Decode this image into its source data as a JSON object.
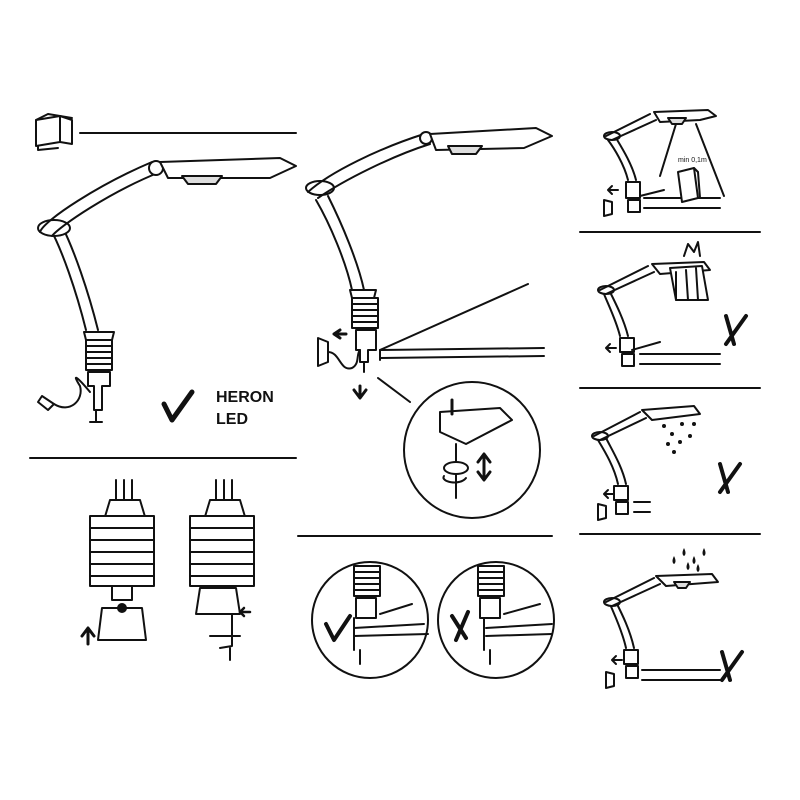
{
  "product": {
    "name_line1": "HERON",
    "name_line2": "LED"
  },
  "labels": {
    "min_distance": "min 0,1m"
  },
  "colors": {
    "ink": "#111111",
    "paper": "#ffffff",
    "shade": "#dddddd"
  },
  "icons": {
    "unpack": "box-icon",
    "ok": "check-mark-icon",
    "wrong": "cross-mark-icon"
  }
}
